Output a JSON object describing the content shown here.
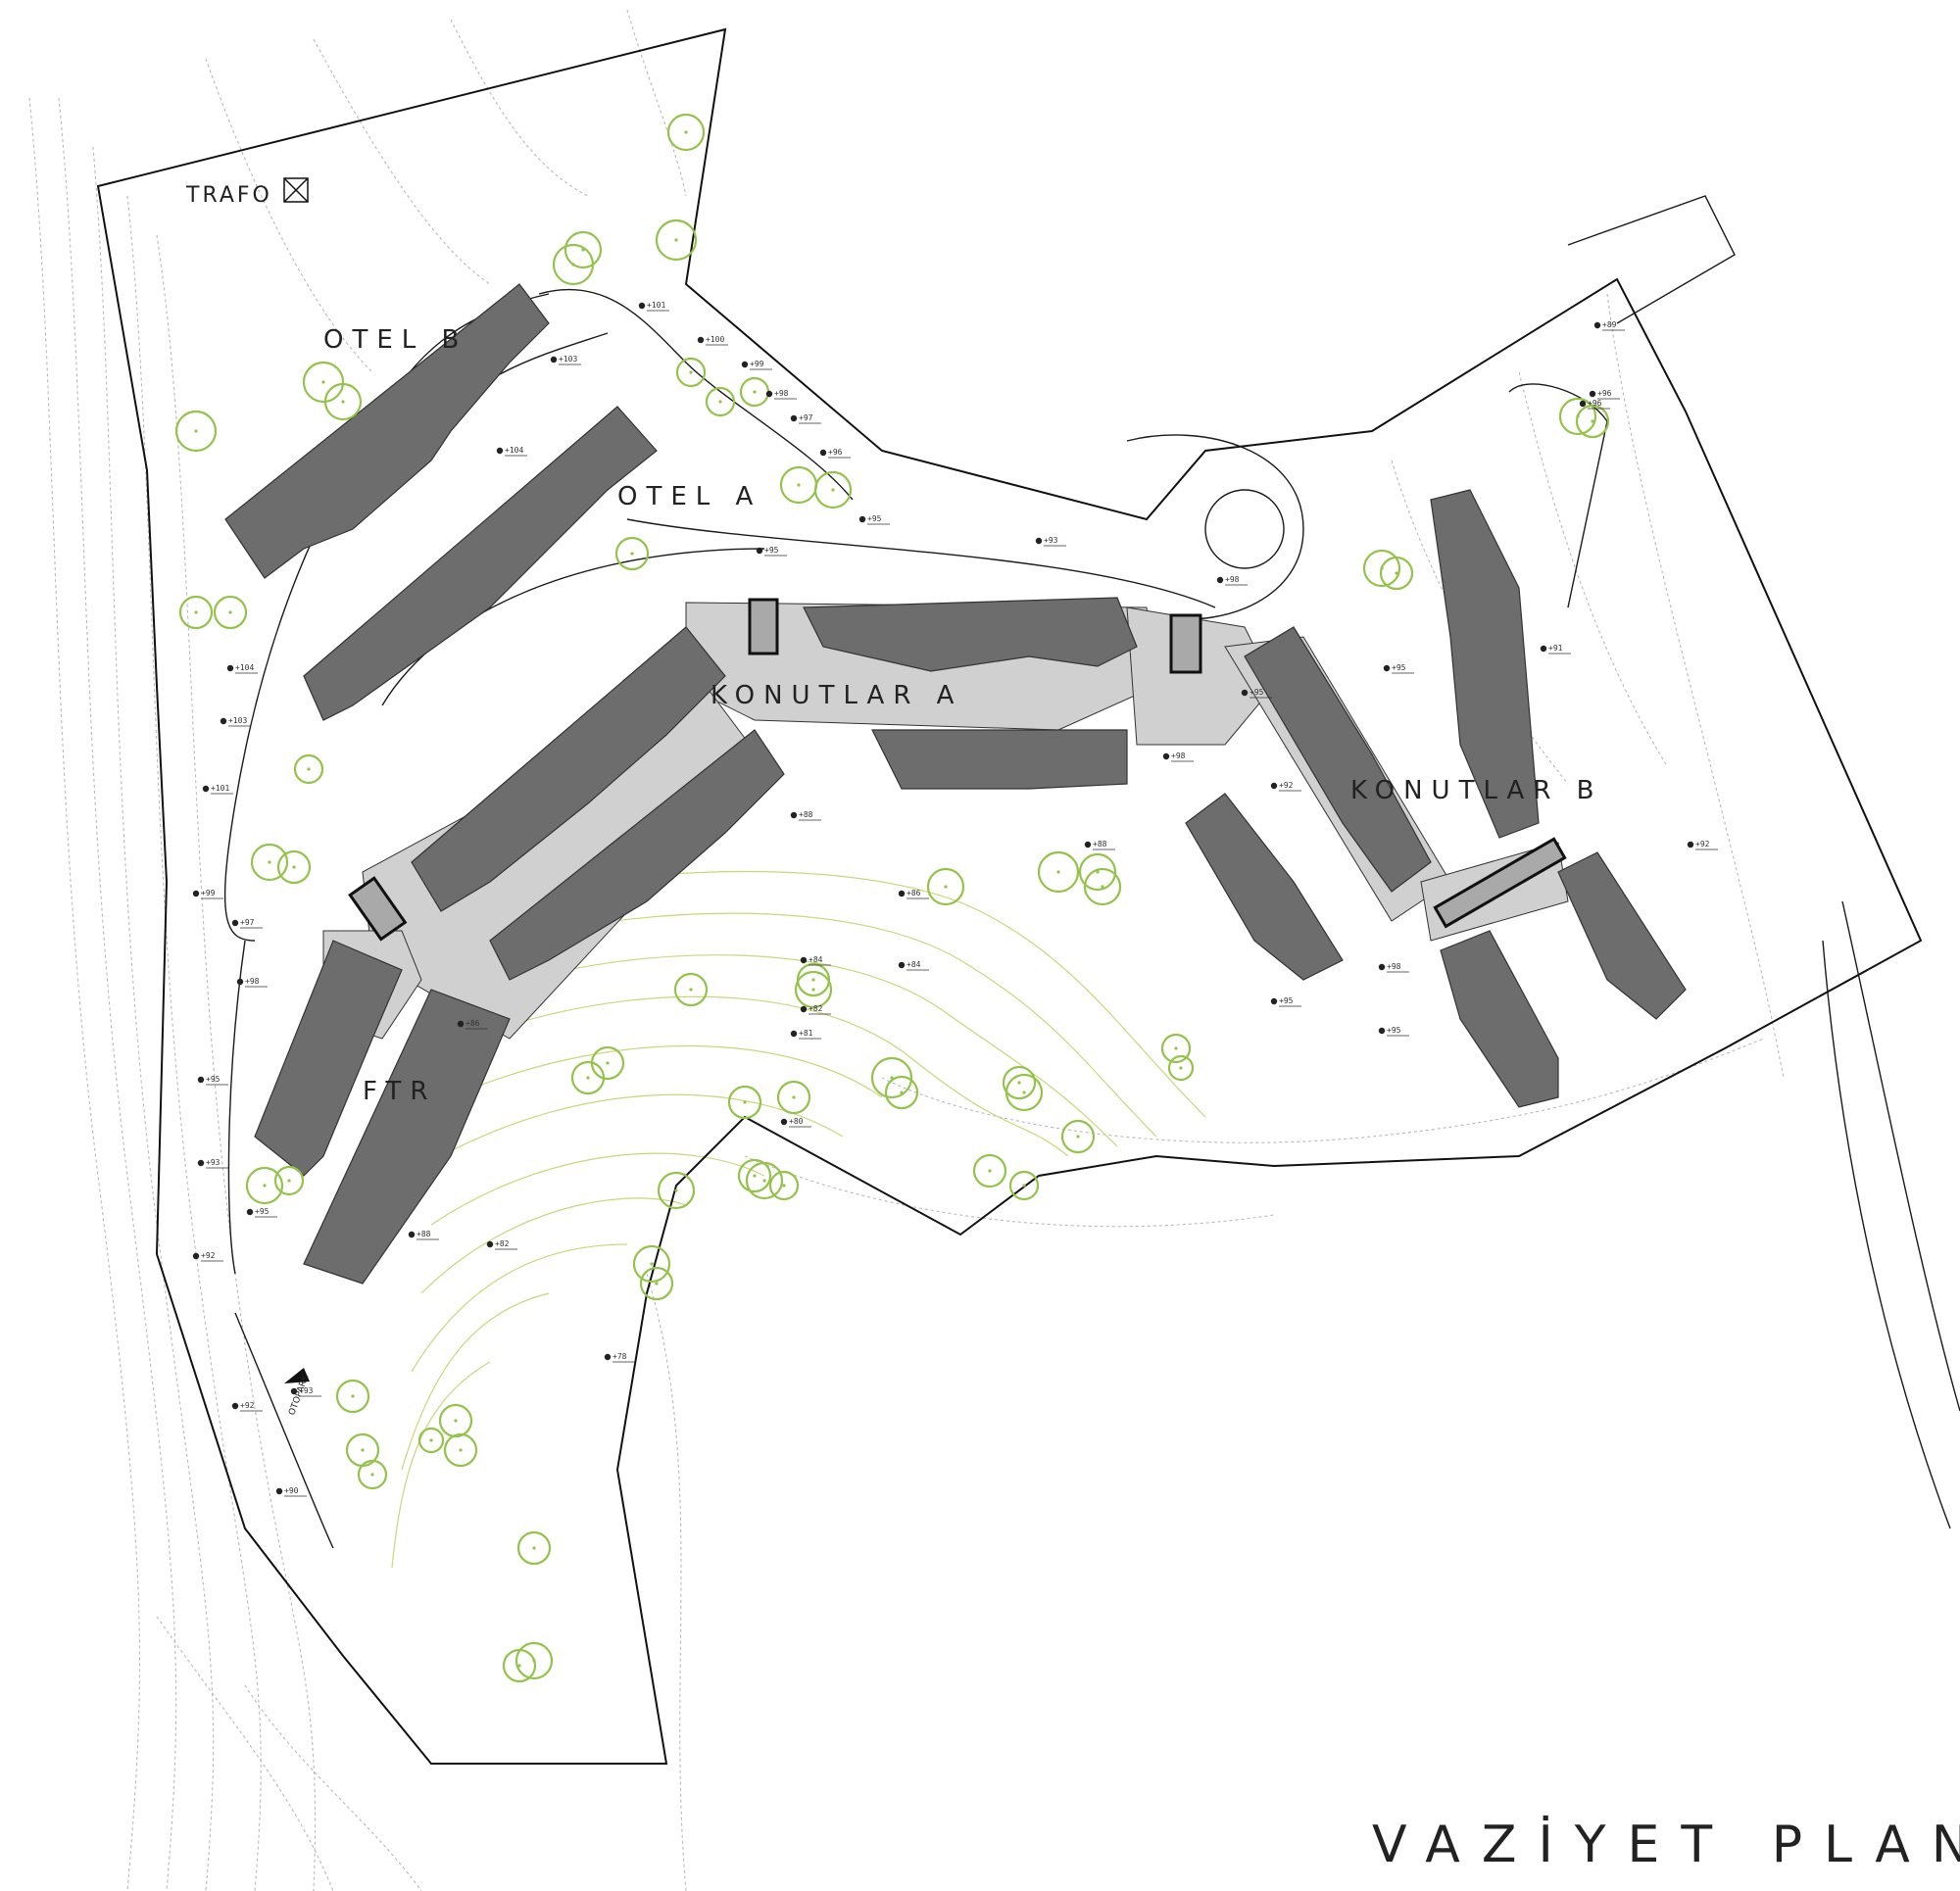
{
  "title": "VAZİYET PLANI",
  "labels": {
    "trafo": "TRAFO",
    "otel_b": "OTEL B",
    "otel_a": "OTEL A",
    "konutlar_a": "KONUTLAR A",
    "konutlar_b": "KONUTLAR B",
    "ftr": "FTR",
    "otopark": "OTOPARK"
  },
  "elevations": [
    "+101",
    "+100",
    "+99",
    "+98",
    "+97",
    "+96",
    "+95",
    "+95",
    "+93",
    "+98",
    "+104",
    "+103",
    "+104",
    "+103",
    "+101",
    "+99",
    "+97",
    "+98",
    "+95",
    "+93",
    "+95",
    "+92",
    "+93",
    "+92",
    "+90",
    "+89",
    "+96",
    "+91",
    "+95",
    "+98",
    "+92",
    "+95",
    "+98",
    "+95",
    "+95",
    "+92",
    "+96",
    "+88",
    "+88",
    "+86",
    "+84",
    "+82",
    "+81",
    "+80",
    "+78",
    "+86",
    "+84",
    "+88",
    "+82"
  ],
  "colors": {
    "building": "#6d6d6d",
    "walkway": "#d0d0d0",
    "tree": "#93c34a",
    "contour": "#b9b9b9",
    "contour_green": "#c9d77a",
    "line": "#1a1a1a"
  }
}
